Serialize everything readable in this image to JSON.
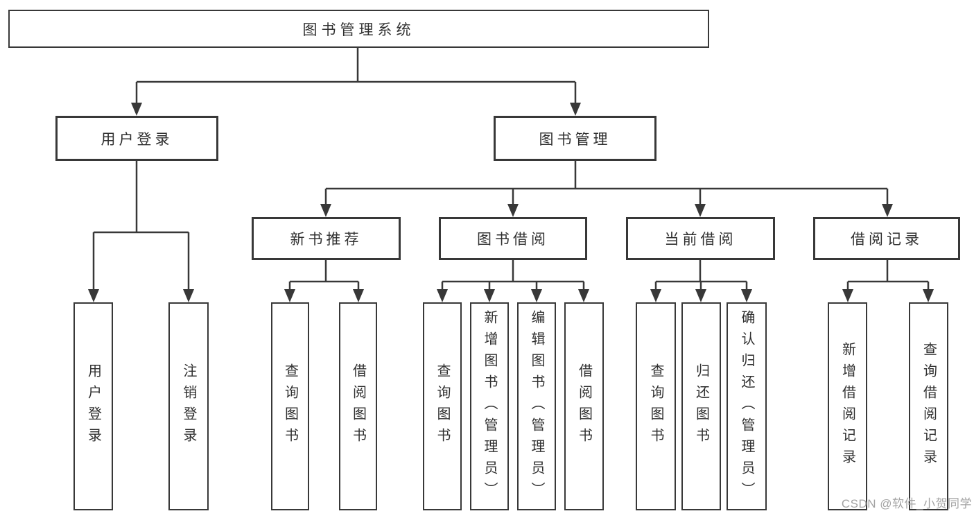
{
  "nodes": {
    "root": {
      "label": "图书管理系统"
    },
    "user_login": {
      "label": "用户登录"
    },
    "book_management": {
      "label": "图书管理"
    },
    "new_book": {
      "label": "新书推荐"
    },
    "book_borrow": {
      "label": "图书借阅"
    },
    "current_borrow": {
      "label": "当前借阅"
    },
    "borrow_record": {
      "label": "借阅记录"
    }
  },
  "leaves": {
    "user_login": [
      {
        "label": "用户登录"
      },
      {
        "label": "注销登录"
      }
    ],
    "new_book": [
      {
        "label": "查询图书"
      },
      {
        "label": "借阅图书"
      }
    ],
    "book_borrow": [
      {
        "label": "查询图书"
      },
      {
        "label": "新增图书（管理员）"
      },
      {
        "label": "编辑图书（管理员）"
      },
      {
        "label": "借阅图书"
      }
    ],
    "current_borrow": [
      {
        "label": "查询图书"
      },
      {
        "label": "归还图书"
      },
      {
        "label": "确认归还（管理员）"
      }
    ],
    "borrow_record": [
      {
        "label": "新增借阅记录"
      },
      {
        "label": "查询借阅记录"
      }
    ]
  },
  "watermark": {
    "text": "CSDN @软件_小贺同学"
  },
  "colors": {
    "line": "#383838",
    "box_border": "#383838",
    "box_background": "#ffffff",
    "text": "#303030",
    "watermark": "#a3a3a3",
    "page_background": "#ffffff"
  }
}
